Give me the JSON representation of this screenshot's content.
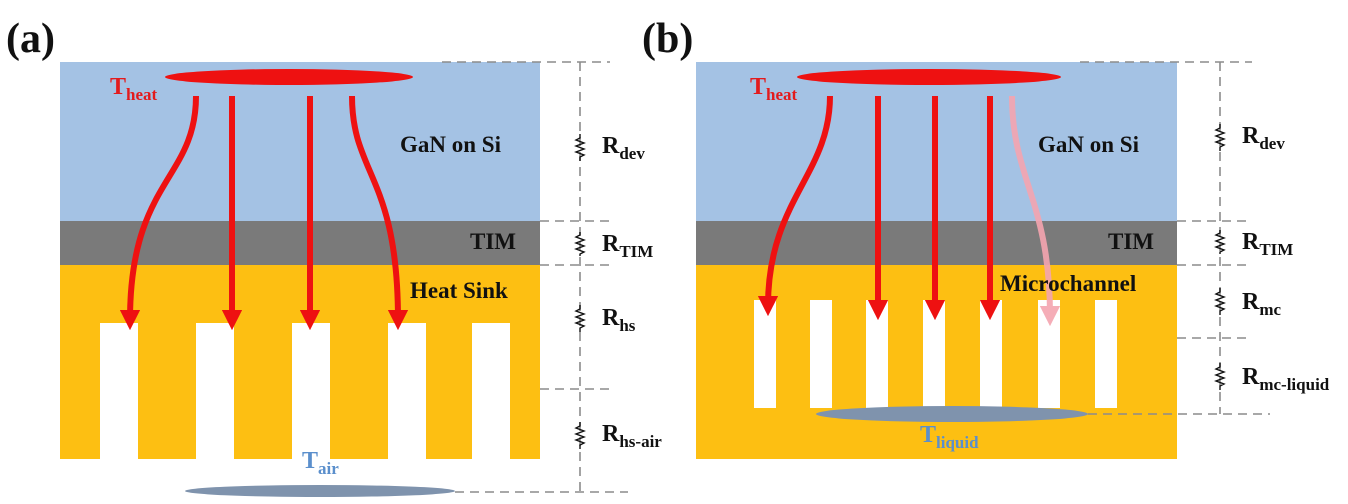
{
  "panel_a": {
    "label": "(a)",
    "heat_source": {
      "symbol": "T",
      "subscript": "heat"
    },
    "layers": {
      "device": "GaN on Si",
      "tim": "TIM",
      "sink": "Heat Sink"
    },
    "ambient": {
      "symbol": "T",
      "subscript": "air"
    },
    "resistances": [
      {
        "symbol": "R",
        "subscript": "dev"
      },
      {
        "symbol": "R",
        "subscript": "TIM"
      },
      {
        "symbol": "R",
        "subscript": "hs"
      },
      {
        "symbol": "R",
        "subscript": "hs-air"
      }
    ]
  },
  "panel_b": {
    "label": "(b)",
    "heat_source": {
      "symbol": "T",
      "subscript": "heat"
    },
    "layers": {
      "device": "GaN on Si",
      "tim": "TIM",
      "sink": "Microchannel"
    },
    "ambient": {
      "symbol": "T",
      "subscript": "liquid"
    },
    "resistances": [
      {
        "symbol": "R",
        "subscript": "dev"
      },
      {
        "symbol": "R",
        "subscript": "TIM"
      },
      {
        "symbol": "R",
        "subscript": "mc"
      },
      {
        "symbol": "R",
        "subscript": "mc-liquid"
      }
    ]
  },
  "colors": {
    "device": "#a4c2e4",
    "tim": "#7a7a7a",
    "sink": "#fdbf12",
    "heat": "#ee1111",
    "heat_label": "#e31a1c",
    "ambient_ellipse": "#7f93ad",
    "ambient_label": "#5b8fcc",
    "dashed": "#8c8c8c",
    "text": "#111111"
  }
}
